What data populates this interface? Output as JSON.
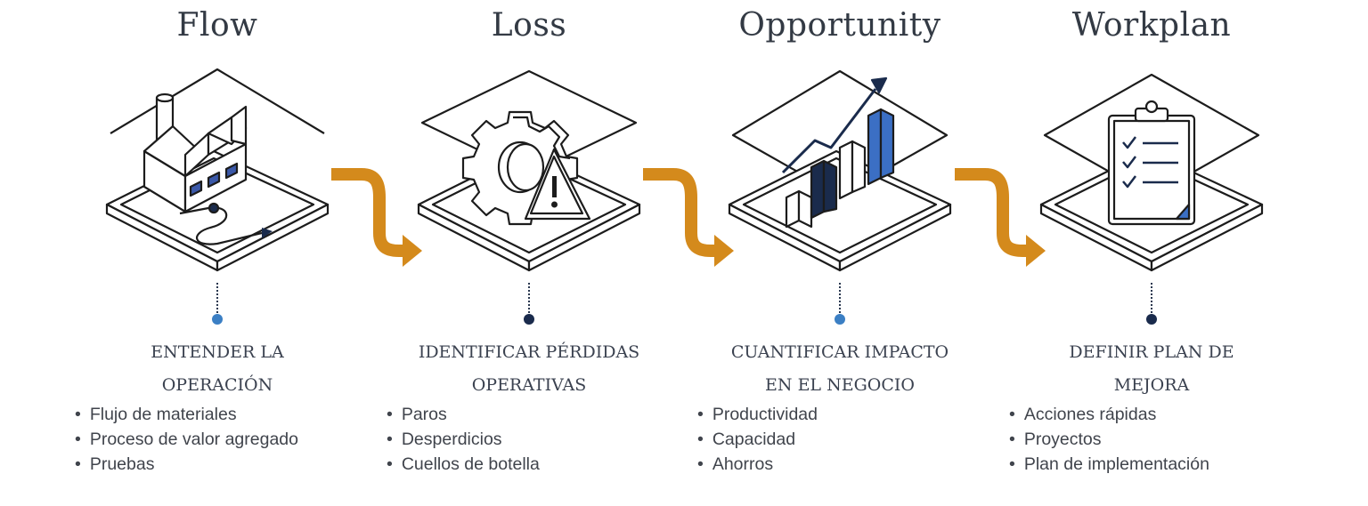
{
  "stages": [
    {
      "title": "Flow",
      "heading_line1": "ENTENDER LA",
      "heading_line2": "OPERACIÓN",
      "bullets": [
        "Flujo de materiales",
        "Proceso de valor agregado",
        "Pruebas"
      ],
      "dot_color": "#3b7fc4",
      "icon": "factory-icon"
    },
    {
      "title": "Loss",
      "heading_line1": "IDENTIFICAR PÉRDIDAS",
      "heading_line2": "OPERATIVAS",
      "bullets": [
        "Paros",
        "Desperdicios",
        "Cuellos de botella"
      ],
      "dot_color": "#1a2b4c",
      "icon": "gear-warning-icon"
    },
    {
      "title": "Opportunity",
      "heading_line1": "CUANTIFICAR IMPACTO",
      "heading_line2": "EN EL NEGOCIO",
      "bullets": [
        "Productividad",
        "Capacidad",
        "Ahorros"
      ],
      "dot_color": "#3b7fc4",
      "icon": "bar-chart-trend-icon"
    },
    {
      "title": "Workplan",
      "heading_line1": "DEFINIR PLAN DE",
      "heading_line2": "MEJORA",
      "bullets": [
        "Acciones rápidas",
        "Proyectos",
        "Plan de implementación"
      ],
      "dot_color": "#1a2b4c",
      "icon": "clipboard-checklist-icon"
    }
  ],
  "colors": {
    "arrow": "#d48a1c",
    "navy": "#1a2b4c",
    "blue": "#3b6fc4",
    "outline": "#1c1c1c"
  }
}
